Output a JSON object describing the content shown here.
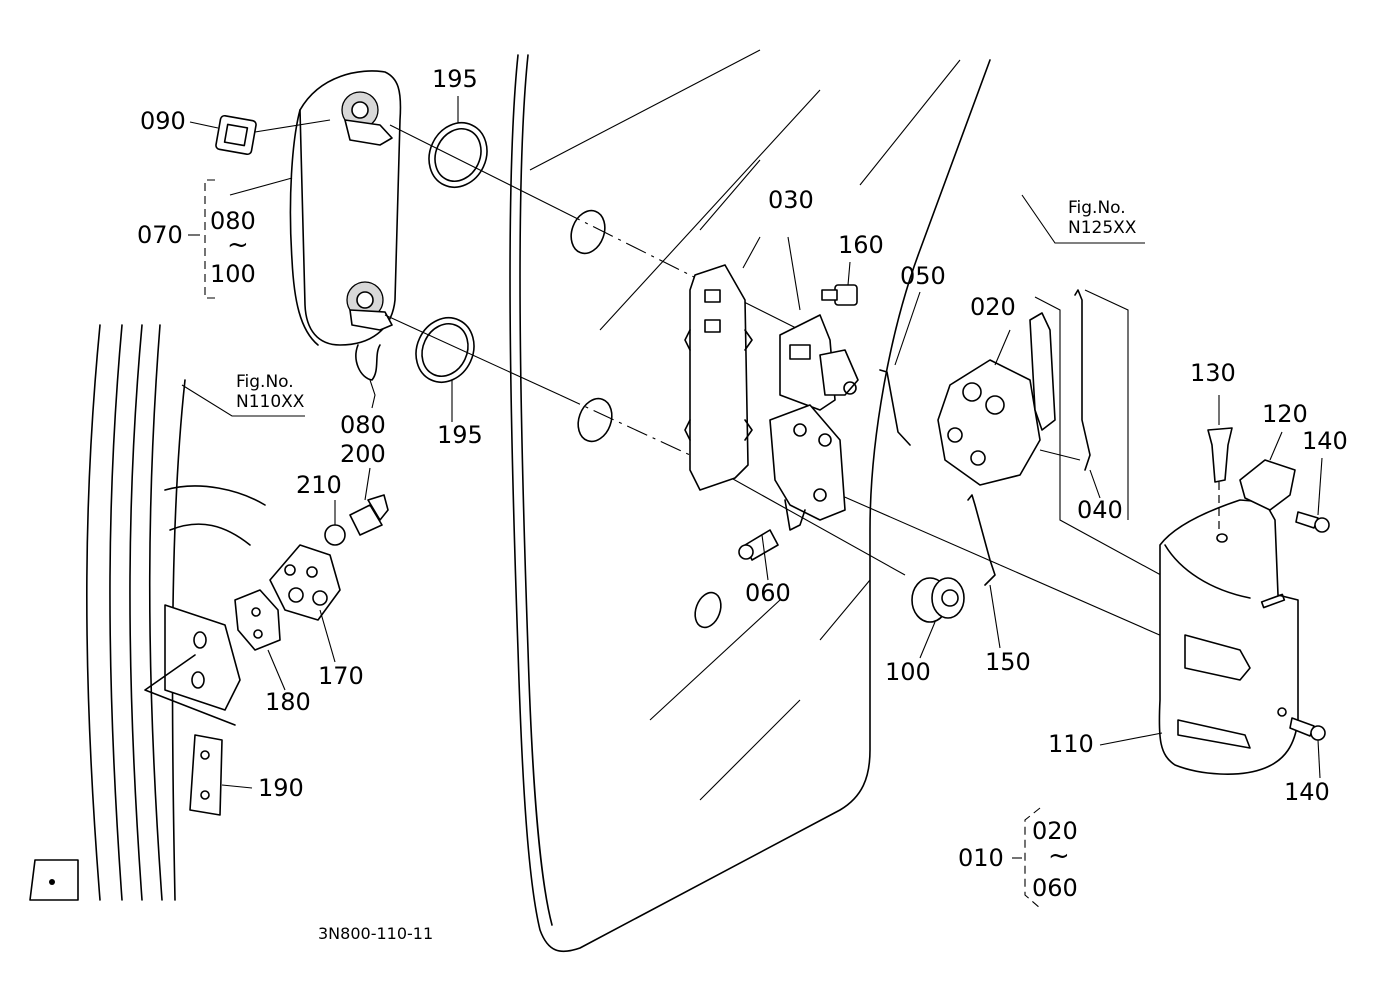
{
  "diagram": {
    "drawing_code": "3N800-110-11",
    "figure_refs": [
      {
        "id": "upper-right",
        "label": "Fig.No.",
        "number": "N125XX"
      },
      {
        "id": "left",
        "label": "Fig.No.",
        "number": "N110XX"
      }
    ],
    "part_labels": {
      "p090": "090",
      "p070": "070",
      "p080a": "080",
      "p100a": "100",
      "p195a": "195",
      "p195b": "195",
      "p080b": "080",
      "p200": "200",
      "p210": "210",
      "p170": "170",
      "p180": "180",
      "p190": "190",
      "p030": "030",
      "p160": "160",
      "p050": "050",
      "p020a": "020",
      "p040": "040",
      "p060": "060",
      "p100b": "100",
      "p150": "150",
      "p130": "130",
      "p120": "120",
      "p140a": "140",
      "p140b": "140",
      "p110": "110",
      "p010": "010",
      "p020b": "020",
      "p060b": "060"
    },
    "range_symbol": "~"
  }
}
